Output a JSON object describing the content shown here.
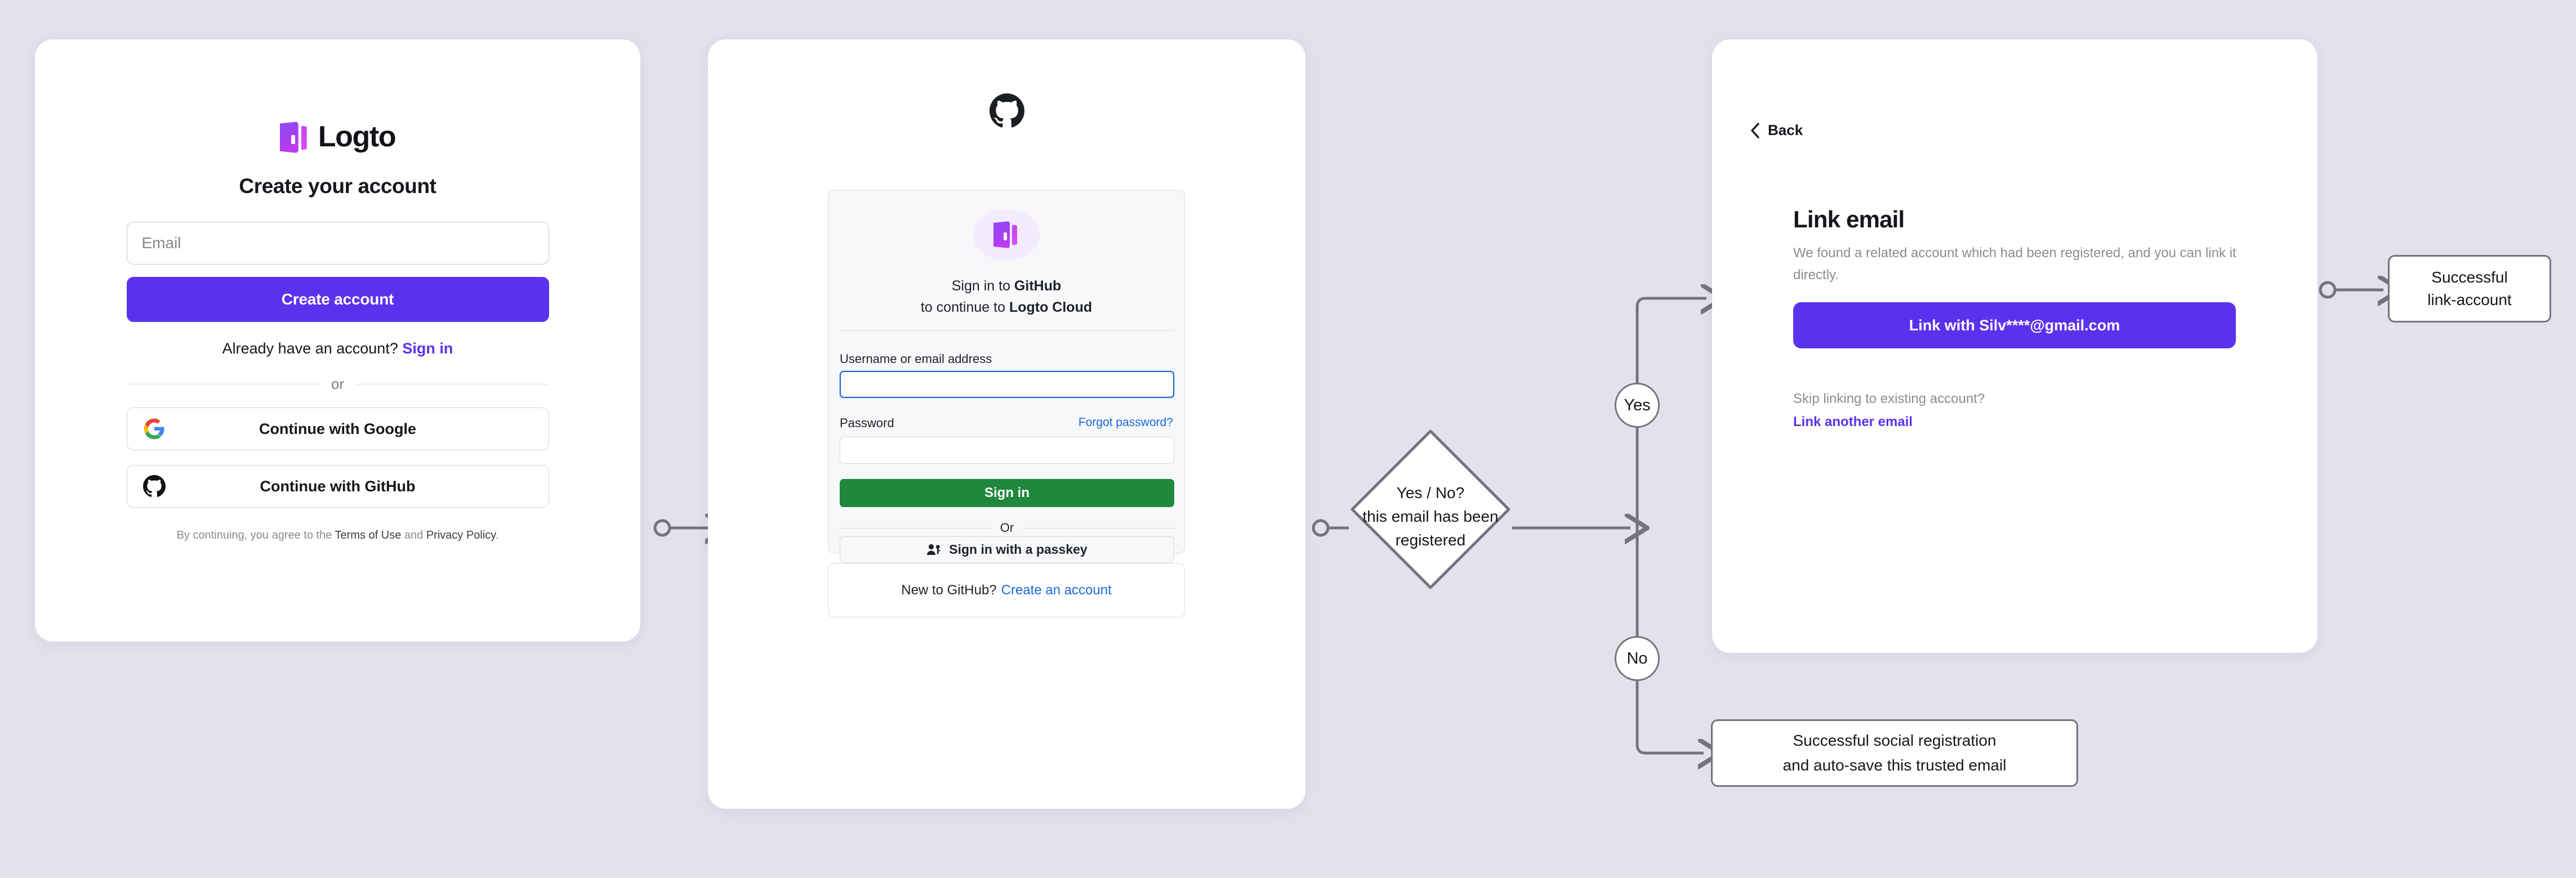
{
  "background_color": "#E4E1ED",
  "accent_purple": "#5A32EE",
  "github_green": "#1F883D",
  "github_blue": "#1868DB",
  "wire_color": "#74737E",
  "signup_card": {
    "brand": "Logto",
    "title": "Create your account",
    "email_placeholder": "Email",
    "create_account_label": "Create account",
    "already_prefix": "Already have an account?",
    "sign_in_link": "Sign in",
    "divider_label": "or",
    "google_label": "Continue with Google",
    "github_label": "Continue with GitHub",
    "terms_prefix": "By continuing, you agree to the ",
    "terms_of_use": "Terms of Use",
    "terms_and": " and ",
    "privacy_policy": "Privacy Policy",
    "terms_period": "."
  },
  "github_card": {
    "sign_in_line1_prefix": "Sign in to ",
    "sign_in_line1_strong": "GitHub",
    "sign_in_line2_prefix": "to continue to ",
    "sign_in_line2_strong": "Logto Cloud",
    "username_label": "Username or email address",
    "username_value": "",
    "password_label": "Password",
    "password_value": "",
    "forgot_password": "Forgot password?",
    "sign_in_button": "Sign in",
    "divider_label": "Or",
    "passkey_label": "Sign in with a passkey",
    "new_to_github": "New to GitHub?",
    "create_account_link": "Create an account"
  },
  "link_email_card": {
    "back_label": "Back",
    "title": "Link email",
    "description": "We found a related account which had been registered, and you can link it directly.",
    "link_button_label": "Link with Silv****@gmail.com",
    "skip_text": "Skip linking to existing account?",
    "link_another_label": "Link another email"
  },
  "flow": {
    "decision_line1": "Yes / No?",
    "decision_line2": "this email has been",
    "decision_line3": "registered",
    "yes_label": "Yes",
    "no_label": "No",
    "outcome_link_line1": "Successful",
    "outcome_link_line2": "link-account",
    "outcome_social_line1": "Successful social registration",
    "outcome_social_line2": "and auto-save this trusted email"
  }
}
